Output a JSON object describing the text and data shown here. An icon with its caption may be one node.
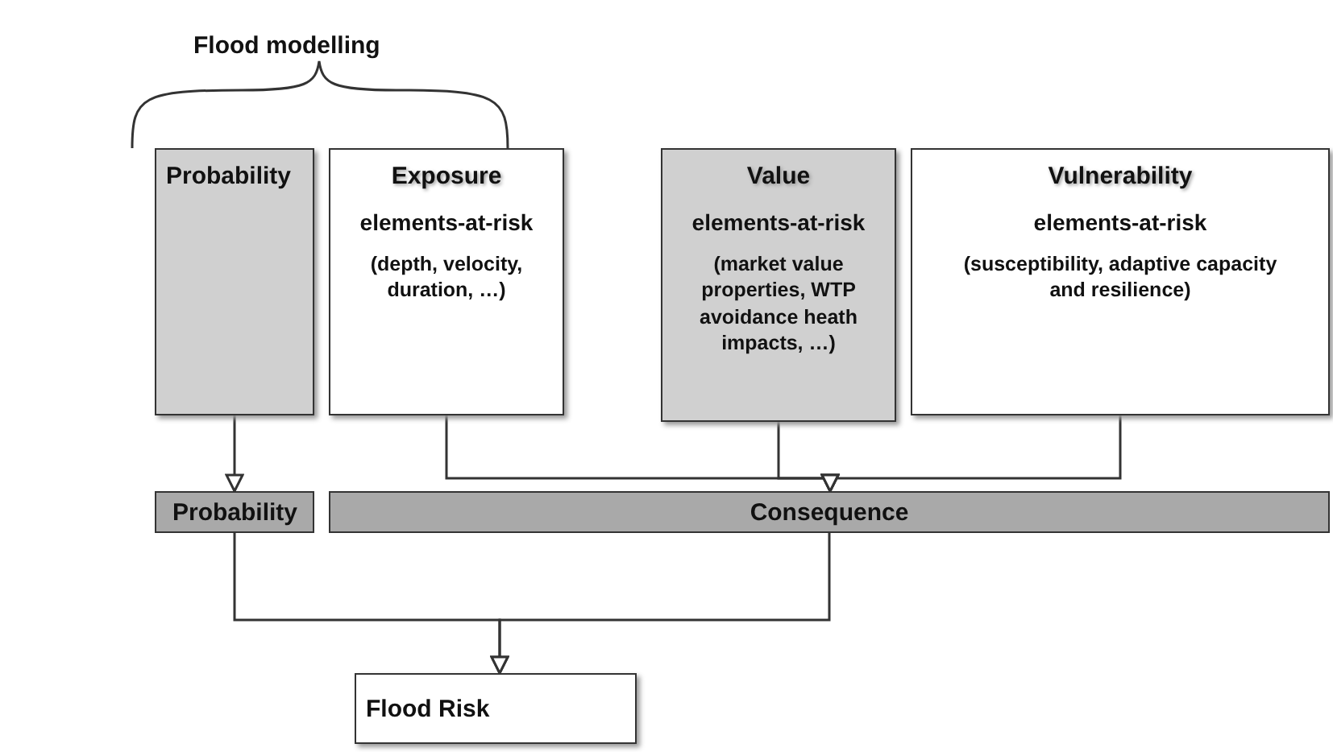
{
  "diagram": {
    "nodes": [
      {
        "text": [
          "Probability"
        ]
      },
      {
        "text": [
          "Exposure",
          "elements-at-risk",
          "(depth, velocity, duration, …)"
        ]
      },
      {
        "text": [
          "Value",
          "elements-at-risk",
          "(market value properties, WTP avoidance heath impacts, …)"
        ]
      },
      {
        "text": [
          "Vulnerability",
          "elements-at-risk",
          "(susceptibility, adaptive capacity and resilience)"
        ]
      },
      {
        "text": [
          "Probability"
        ]
      },
      {
        "text": [
          "Consequence"
        ]
      },
      {
        "text": [
          "Flood Risk"
        ]
      }
    ],
    "edges": [
      {
        "from": 0,
        "to": 4,
        "arrow": "to"
      },
      {
        "from": 1,
        "to": 5,
        "arrow": "to"
      },
      {
        "from": 2,
        "to": 5,
        "arrow": "to"
      },
      {
        "from": 3,
        "to": 5,
        "arrow": "to"
      },
      {
        "from": 4,
        "to": 6,
        "arrow": "to"
      },
      {
        "from": 5,
        "to": 6,
        "arrow": "to"
      }
    ],
    "labels": [
      "Flood modelling"
    ]
  }
}
